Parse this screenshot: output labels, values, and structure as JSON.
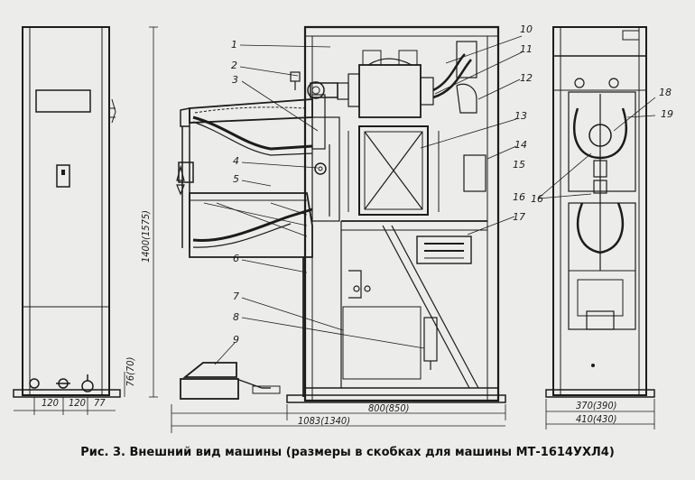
{
  "caption": "Рис. 3. Внешний вид машины (размеры в скобках для машины МТ-1614УХЛ4)",
  "part_numbers": [
    "1",
    "2",
    "3",
    "4",
    "5",
    "6",
    "7",
    "8",
    "9",
    "10",
    "11",
    "12",
    "13",
    "14",
    "15",
    "16",
    "16",
    "17",
    "18",
    "19"
  ],
  "dimensions": {
    "left_a": "120",
    "left_b": "120",
    "left_c": "77",
    "left_height": "76(70)",
    "height": "1400(1575)",
    "depth_total": "1083(1340)",
    "depth_body": "800(850)",
    "width_inner": "370(390)",
    "width_outer": "410(430)"
  }
}
